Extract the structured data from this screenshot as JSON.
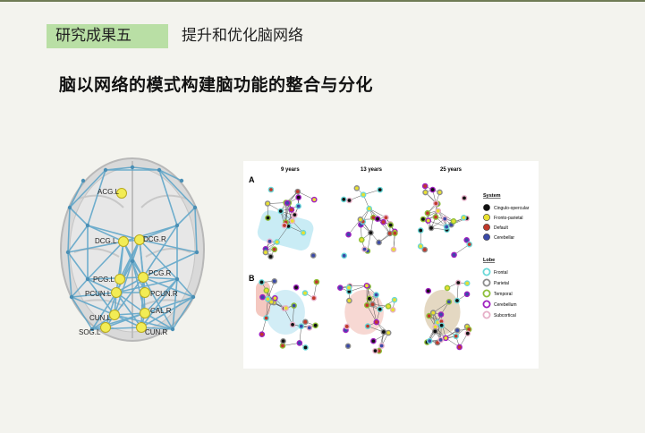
{
  "header": {
    "tag": "研究成果五",
    "topic": "提升和优化脑网络"
  },
  "heading": "脑以网络的模式构建脑功能的整合与分化",
  "brain": {
    "regions": [
      "ACG.L",
      "DCG.L",
      "DCG.R",
      "PCG.L",
      "PCG.R",
      "PCUN.L",
      "PCUN.R",
      "CUN.L",
      "CAL.R",
      "SOG.L",
      "CUN.R"
    ]
  },
  "network_figure": {
    "row_labels": [
      "A",
      "B"
    ],
    "ages": [
      "9 years",
      "13 years",
      "25 years"
    ],
    "legend": {
      "system_title": "System",
      "system_items": [
        {
          "label": "Cingulo-opercular",
          "color": "#111111"
        },
        {
          "label": "Fronto-parietal",
          "color": "#e8e030"
        },
        {
          "label": "Default",
          "color": "#c0392b"
        },
        {
          "label": "Cerebellar",
          "color": "#3b4aa8"
        }
      ],
      "lobe_title": "Lobe",
      "lobe_items": [
        {
          "label": "Frontal",
          "color": "#6ad8d8"
        },
        {
          "label": "Parietal",
          "color": "#8c8c8c"
        },
        {
          "label": "Temporal",
          "color": "#8fbf3a"
        },
        {
          "label": "Cerebellum",
          "color": "#a020c0"
        },
        {
          "label": "Subcortical",
          "color": "#e6b0c8"
        }
      ]
    }
  }
}
